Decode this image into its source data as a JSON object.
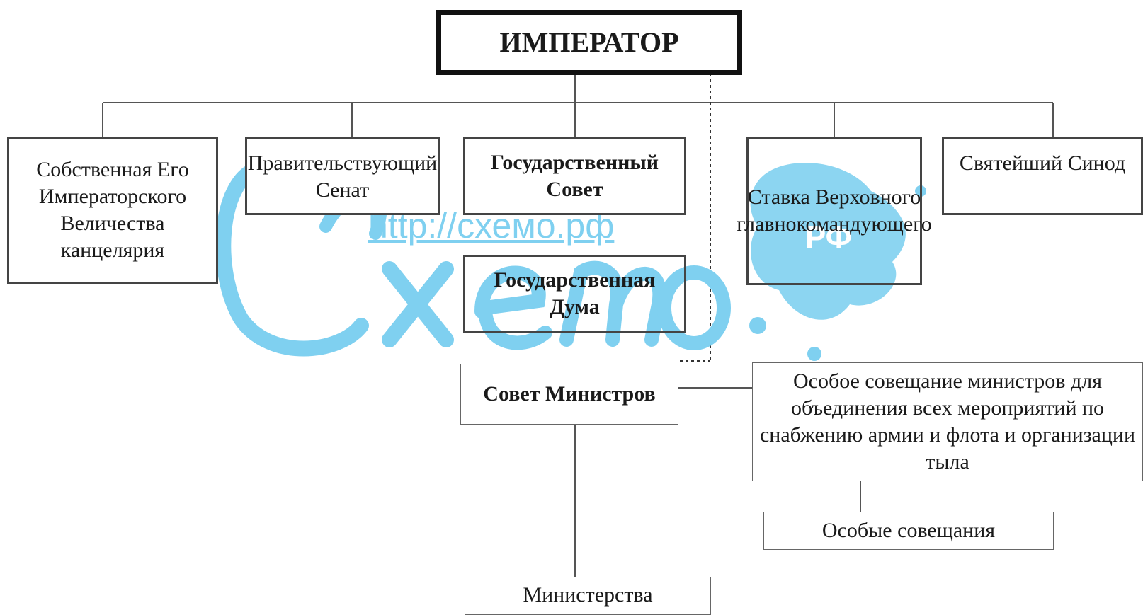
{
  "diagram": {
    "root": "ИМПЕРАТОР",
    "nodes": {
      "chancellery": "Собственная Его Императорского Величества канцелярия",
      "senate": "Правительствующий Сенат",
      "state_council": "Государственный Совет",
      "state_duma": "Государственная Дума",
      "stavka": "Ставка Верховного главнокомандующего",
      "synod": "Святейший Синод",
      "council_of_ministers": "Совет Министров",
      "special_meeting": "Особое совещание министров для объединения всех мероприятий по снабжению армии и флота и организации тыла",
      "special_meetings": "Особые совещания",
      "ministries": "Министерства"
    },
    "edges": [
      {
        "from": "root",
        "to": "chancellery",
        "style": "solid"
      },
      {
        "from": "root",
        "to": "senate",
        "style": "solid"
      },
      {
        "from": "root",
        "to": "state_council",
        "style": "solid"
      },
      {
        "from": "root",
        "to": "stavka",
        "style": "solid"
      },
      {
        "from": "root",
        "to": "synod",
        "style": "solid"
      },
      {
        "from": "root",
        "to": "council_of_ministers",
        "style": "dotted"
      },
      {
        "from": "council_of_ministers",
        "to": "special_meeting",
        "style": "solid"
      },
      {
        "from": "special_meeting",
        "to": "special_meetings",
        "style": "solid"
      },
      {
        "from": "council_of_ministers",
        "to": "ministries",
        "style": "solid"
      }
    ]
  },
  "watermark": {
    "logo_text": "Схемо",
    "badge_text": "РФ",
    "url_text": "http://схемо.рф",
    "color": "#7fd0f0"
  }
}
